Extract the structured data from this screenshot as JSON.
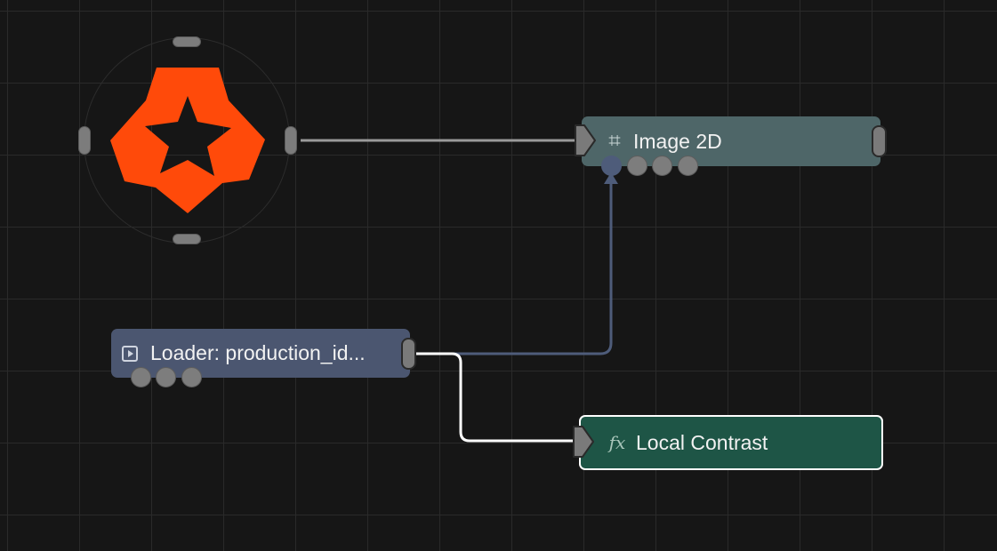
{
  "graph": {
    "nodes": {
      "image2d": {
        "label": "Image 2D",
        "icon": "hash-icon",
        "color": "#4e6668"
      },
      "loader": {
        "label": "Loader: production_id...",
        "icon": "play-icon",
        "color": "#4b5670"
      },
      "local_contrast": {
        "label": "Local Contrast",
        "icon": "fx-icon",
        "color": "#1e5546",
        "selected": true
      }
    },
    "root": {
      "icon": "logo-icon",
      "color": "#ff4a0a"
    },
    "connections": [
      {
        "from": "root",
        "to": "image2d.input",
        "color": "#9a9a9a"
      },
      {
        "from": "loader.output",
        "to": "image2d.mask-input",
        "color": "#4e5c7a"
      },
      {
        "from": "loader.output",
        "to": "local_contrast.input",
        "color": "#ffffff"
      }
    ]
  },
  "colors": {
    "canvas_background": "#161616",
    "grid_line": "#2a2a2a",
    "port": "#7a7a7a",
    "accent": "#ff4a0a"
  }
}
